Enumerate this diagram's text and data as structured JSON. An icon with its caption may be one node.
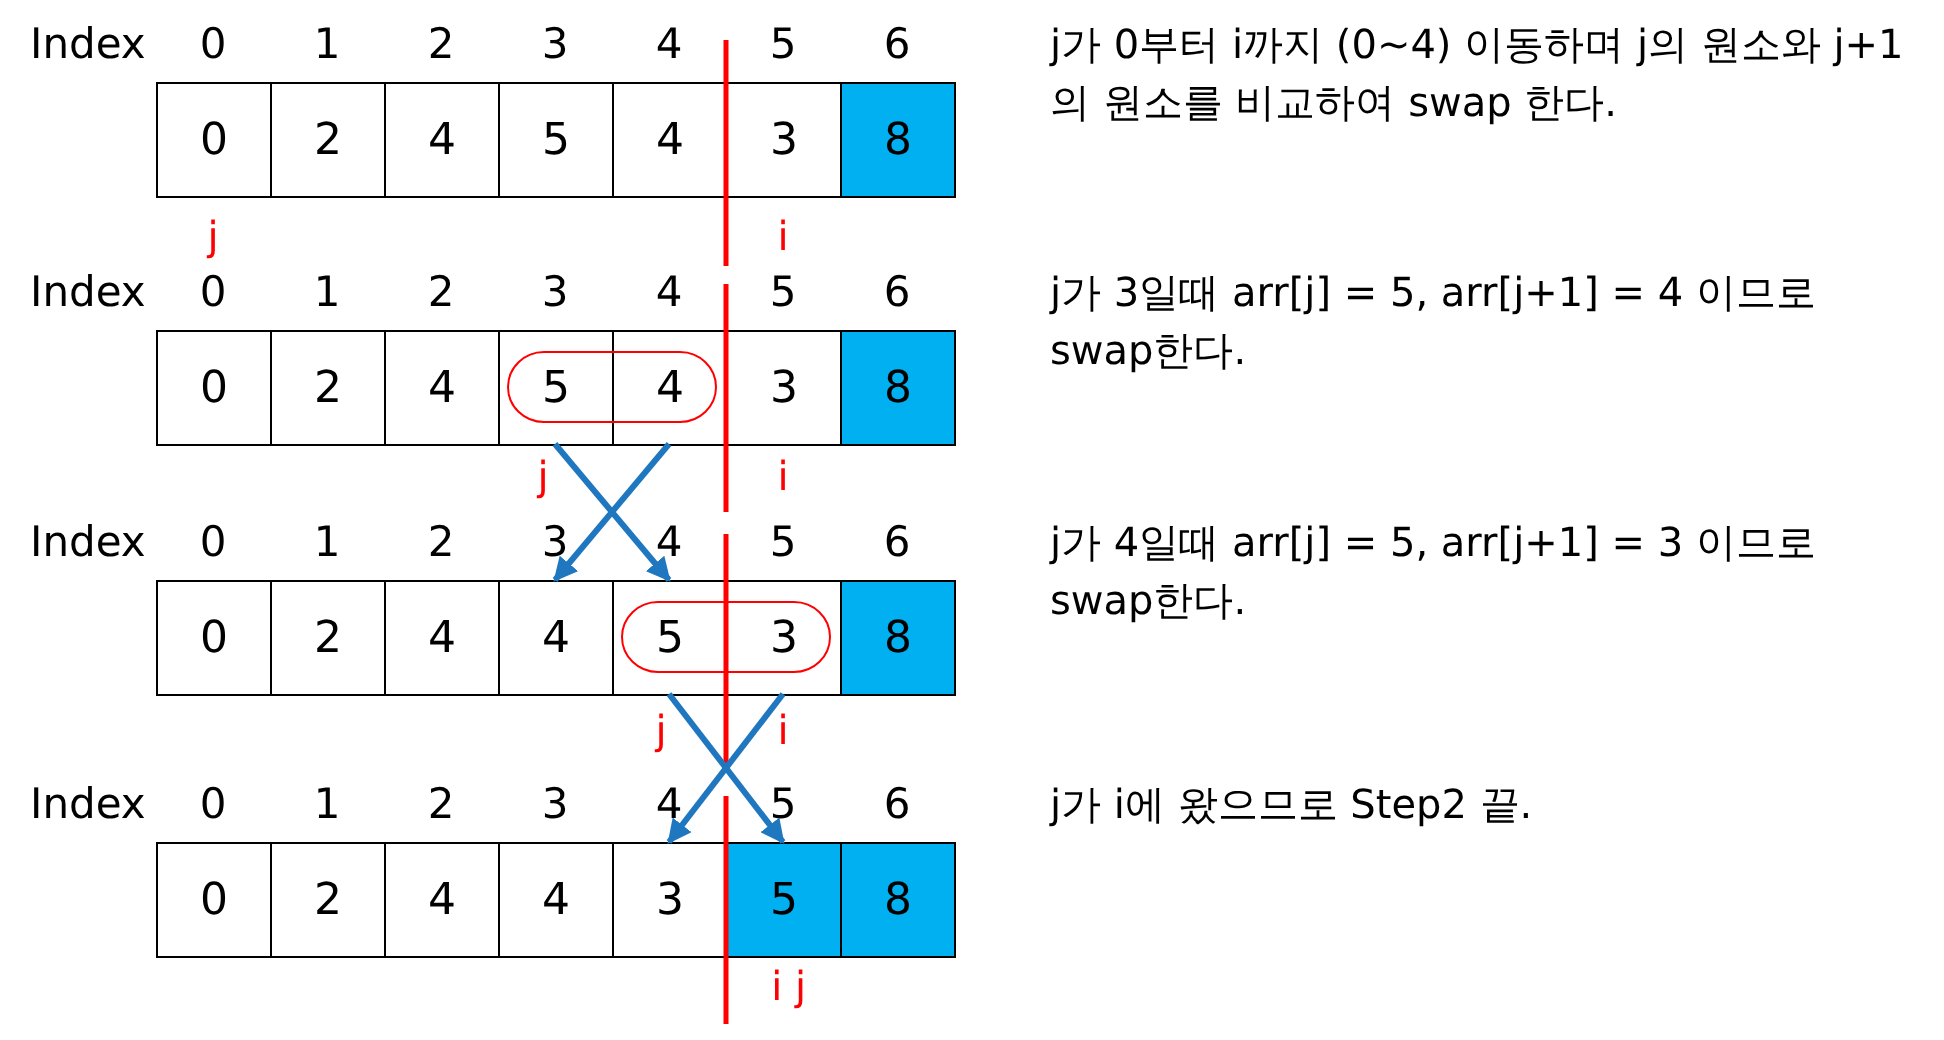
{
  "diagram": {
    "nodes": [
      {
        "text": [
          "0"
        ]
      },
      {
        "text": [
          "2"
        ]
      },
      {
        "text": [
          "4"
        ]
      },
      {
        "text": [
          "5"
        ]
      },
      {
        "text": [
          "4"
        ]
      },
      {
        "text": [
          "3"
        ]
      },
      {
        "text": [
          "8"
        ]
      },
      {
        "text": [
          "0"
        ]
      },
      {
        "text": [
          "2"
        ]
      },
      {
        "text": [
          "4"
        ]
      },
      {
        "text": [
          "5"
        ]
      },
      {
        "text": [
          "4"
        ]
      },
      {
        "text": [
          "3"
        ]
      },
      {
        "text": [
          "8"
        ]
      },
      {
        "text": [
          "0"
        ]
      },
      {
        "text": [
          "2"
        ]
      },
      {
        "text": [
          "4"
        ]
      },
      {
        "text": [
          "4"
        ]
      },
      {
        "text": [
          "5"
        ]
      },
      {
        "text": [
          "3"
        ]
      },
      {
        "text": [
          "8"
        ]
      },
      {
        "text": [
          "0"
        ]
      },
      {
        "text": [
          "2"
        ]
      },
      {
        "text": [
          "4"
        ]
      },
      {
        "text": [
          "4"
        ]
      },
      {
        "text": [
          "3"
        ]
      },
      {
        "text": [
          "5"
        ]
      },
      {
        "text": [
          "8"
        ]
      }
    ],
    "edges": [
      {
        "from": 10,
        "to": 18,
        "arrow": "to"
      },
      {
        "from": 11,
        "to": 17,
        "arrow": "to"
      },
      {
        "from": 18,
        "to": 26,
        "arrow": "to"
      },
      {
        "from": 19,
        "to": 25,
        "arrow": "to"
      }
    ],
    "labels": [
      "Index",
      "0",
      "1",
      "2",
      "3",
      "4",
      "5",
      "6",
      "j가 0부터 i까지 (0~4) 이동하며 j의 원소와 j+1의 원소를 비교하여 swap 한다.",
      "j",
      "i",
      "Index",
      "0",
      "1",
      "2",
      "3",
      "4",
      "5",
      "6",
      "j가 3일때 arr[j] = 5, arr[j+1] = 4 이므로 swap한다.",
      "j",
      "i",
      "Index",
      "0",
      "1",
      "2",
      "3",
      "4",
      "5",
      "6",
      "j가 4일때 arr[j] = 5, arr[j+1] = 3 이므로 swap한다.",
      "j",
      "i",
      "Index",
      "0",
      "1",
      "2",
      "3",
      "4",
      "5",
      "6",
      "j가 i에 왔으므로 Step2 끝.",
      "i j"
    ]
  }
}
